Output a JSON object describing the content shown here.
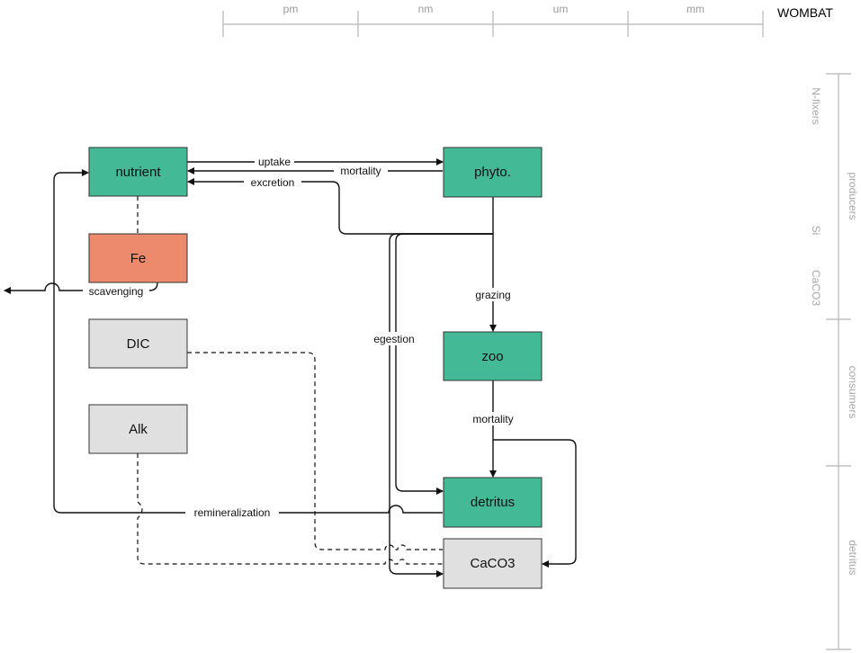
{
  "title": "WOMBAT",
  "size_scale": [
    "pm",
    "nm",
    "um",
    "mm"
  ],
  "side_groups": {
    "producers": "producers",
    "consumers": "consumers",
    "detritus": "detritus"
  },
  "side_subs": {
    "n_fixers": "N-fixers",
    "si": "Si",
    "caco3": "CaCO3"
  },
  "boxes": {
    "nutrient": "nutrient",
    "phyto": "phyto.",
    "fe": "Fe",
    "dic": "DIC",
    "alk": "Alk",
    "zoo": "zoo",
    "detritus": "detritus",
    "caco3": "CaCO3"
  },
  "edges": {
    "uptake": "uptake",
    "mortality_phyto": "mortality",
    "excretion": "excretion",
    "scavenging": "scavenging",
    "grazing": "grazing",
    "egestion": "egestion",
    "mortality_zoo": "mortality",
    "remineralization": "remineralization"
  },
  "colors": {
    "bio_box": "#44b995",
    "fe_box": "#ee8a6c",
    "chem_box": "#e0e0e0",
    "box_stroke": "#333333",
    "scale_line": "#b5b5b5"
  }
}
